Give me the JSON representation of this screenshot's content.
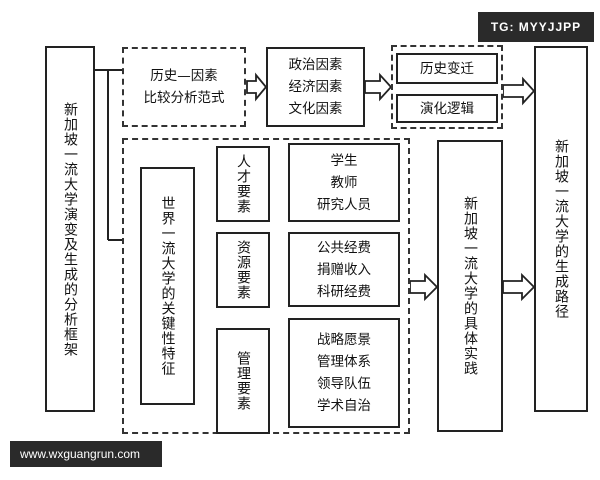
{
  "watermark": {
    "top_right": "TG: MYYJJPP",
    "bottom_left": "www.wxguangrun.com"
  },
  "framework_label": "新加坡一流大学演变及生成的分析框架",
  "history_box": {
    "text": "历史—因素\n比较分析范式"
  },
  "factors_box": {
    "items": [
      "政治因素",
      "经济因素",
      "文化因素"
    ]
  },
  "history_change": {
    "top": "历史变迁",
    "bottom": "演化逻辑"
  },
  "key_features": "世界一流大学的关键性特征",
  "categories": [
    {
      "label": "人才要素",
      "details": [
        "学生",
        "教师",
        "研究人员"
      ]
    },
    {
      "label": "资源要素",
      "details": [
        "公共经费",
        "捐赠收入",
        "科研经费"
      ]
    },
    {
      "label": "管理要素",
      "details": [
        "战略愿景",
        "管理体系",
        "领导队伍",
        "学术自治"
      ]
    }
  ],
  "practice_box": "新加坡一流大学的具体实践",
  "path_box": "新加坡一流大学的生成路径"
}
